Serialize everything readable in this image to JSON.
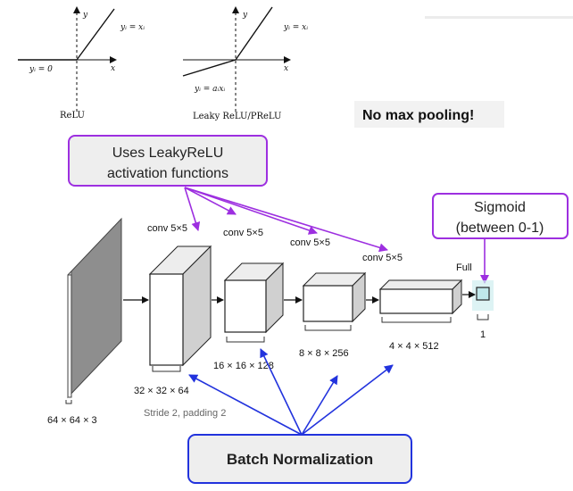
{
  "relu_graph": {
    "y_axis": "y",
    "x_axis": "x",
    "line_label": "yᵢ = xᵢ",
    "zero_label": "yᵢ = 0",
    "caption": "ReLU"
  },
  "leaky_graph": {
    "y_axis": "y",
    "x_axis": "x",
    "line_label": "yᵢ = xᵢ",
    "neg_label": "yᵢ = aᵢxᵢ",
    "caption": "Leaky ReLU/PReLU"
  },
  "no_pool_note": "No max pooling!",
  "callouts": {
    "leaky_line1": "Uses LeakyReLU",
    "leaky_line2": "activation functions",
    "sigmoid_line1": "Sigmoid",
    "sigmoid_line2": "(between 0-1)",
    "batchnorm": "Batch Normalization"
  },
  "network": {
    "conv_labels": [
      "conv 5×5",
      "conv 5×5",
      "conv 5×5",
      "conv 5×5"
    ],
    "full_label": "Full",
    "dims": [
      "64 × 64 × 3",
      "32 × 32 × 64",
      "16 × 16 × 128",
      "8 × 8 × 256",
      "4 × 4 × 512",
      "1"
    ],
    "stride_note": "Stride 2, padding 2"
  },
  "colors": {
    "purple": "#9d2fe0",
    "blue": "#2233dd",
    "callout_fill": "#eeeeee",
    "note_fill": "#f2f2f2",
    "output_fill": "#bfe7ea"
  }
}
